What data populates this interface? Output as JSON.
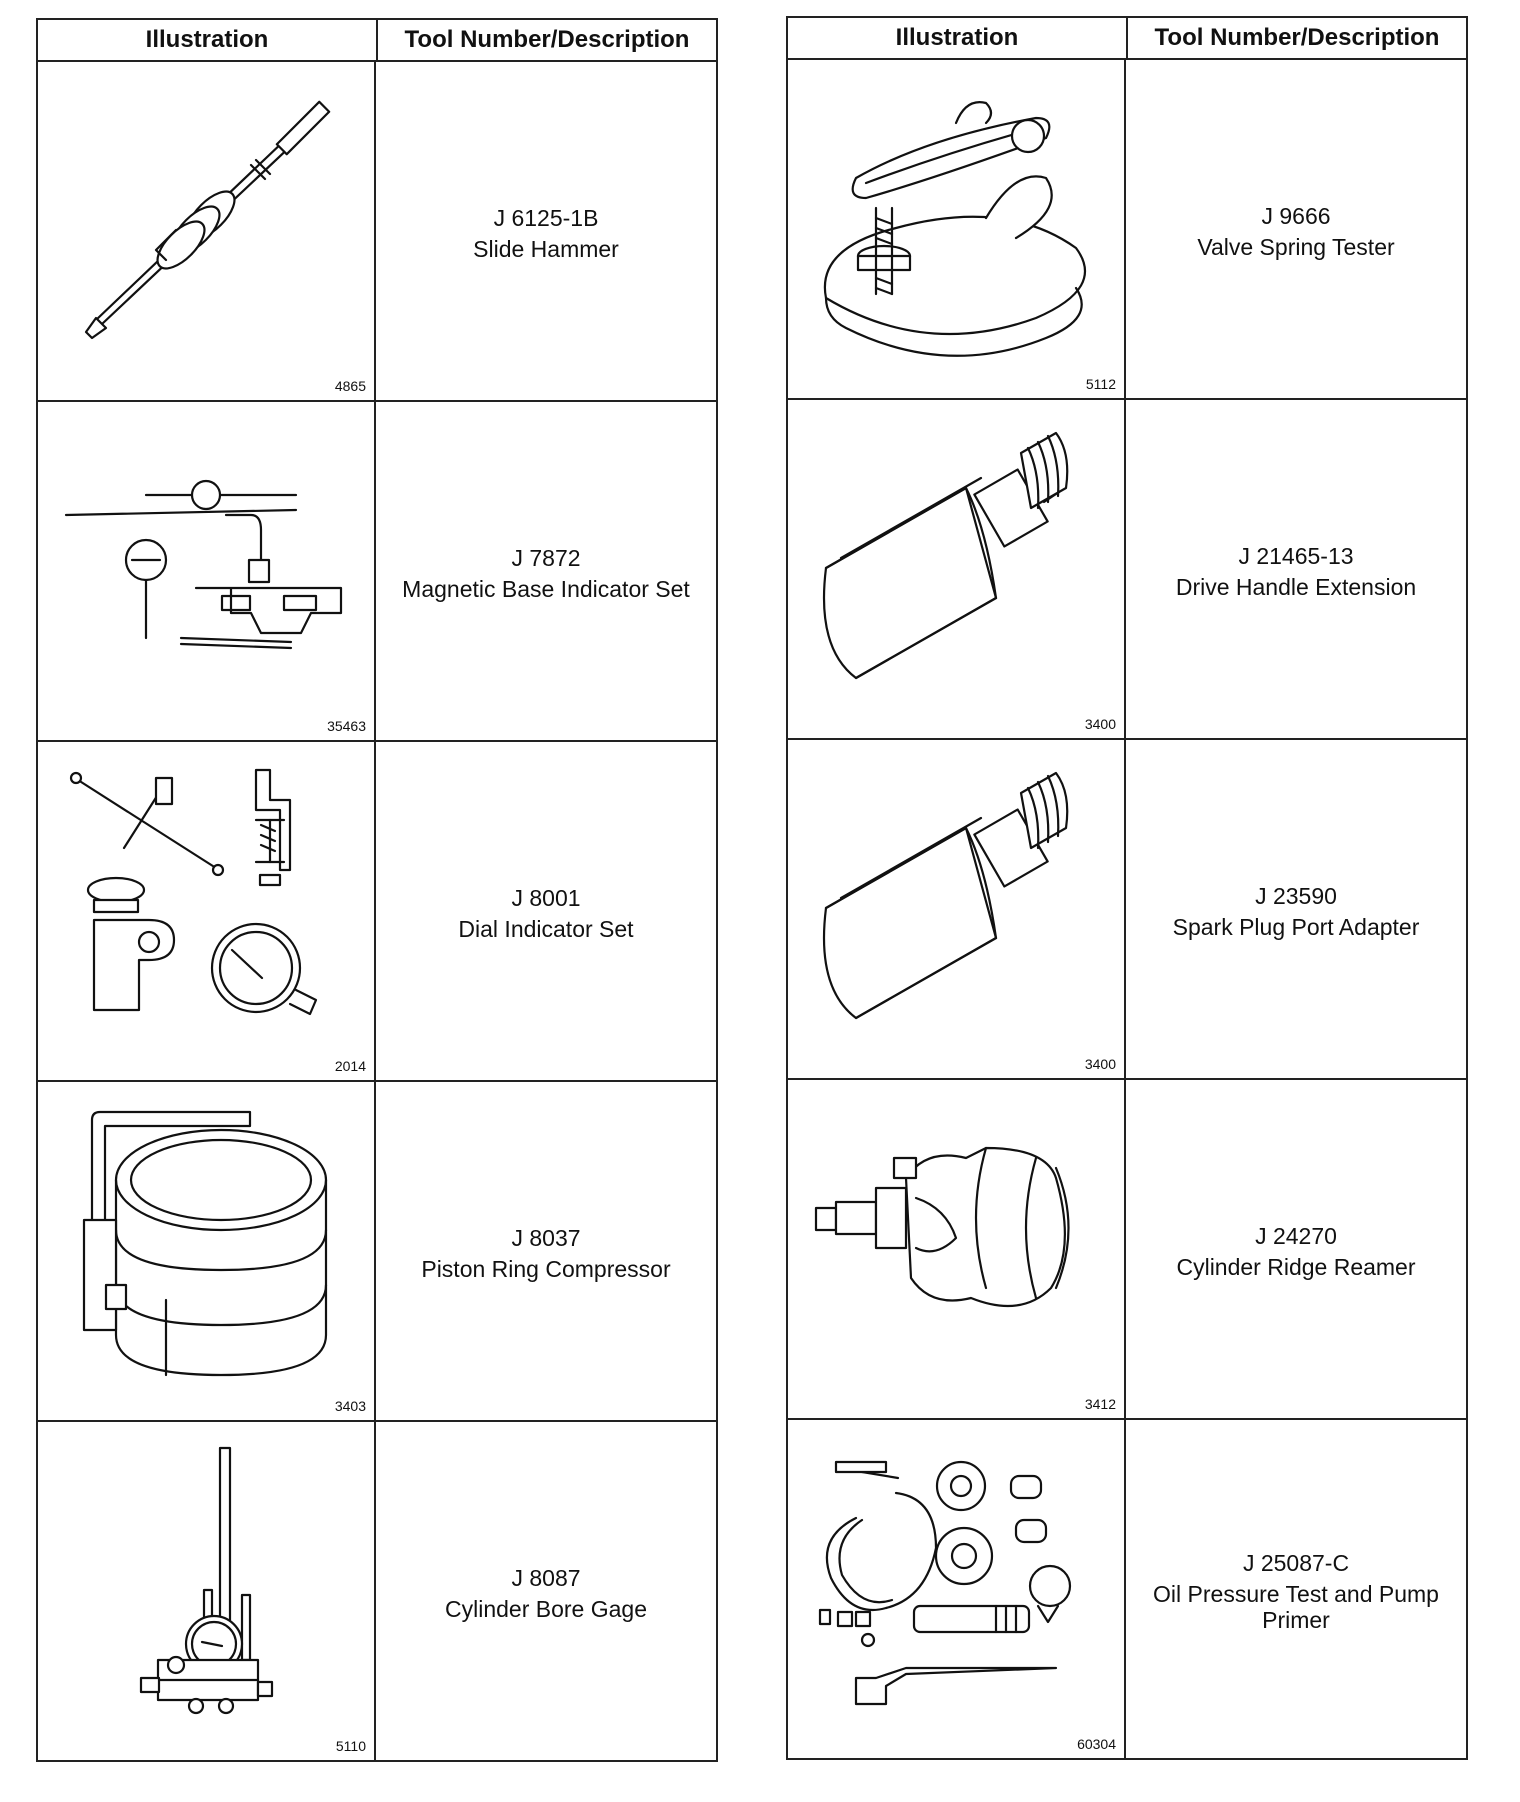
{
  "headers": {
    "illustration": "Illustration",
    "tool": "Tool Number/Description"
  },
  "left": [
    {
      "number": "J 6125-1B",
      "name": "Slide Hammer",
      "fig": "4865",
      "icon": "slide-hammer-icon"
    },
    {
      "number": "J 7872",
      "name": "Magnetic Base Indicator Set",
      "fig": "35463",
      "icon": "magnetic-base-indicator-icon"
    },
    {
      "number": "J 8001",
      "name": "Dial Indicator Set",
      "fig": "2014",
      "icon": "dial-indicator-set-icon"
    },
    {
      "number": "J 8037",
      "name": "Piston Ring Compressor",
      "fig": "3403",
      "icon": "piston-ring-compressor-icon"
    },
    {
      "number": "J 8087",
      "name": "Cylinder Bore Gage",
      "fig": "5110",
      "icon": "cylinder-bore-gage-icon"
    }
  ],
  "right": [
    {
      "number": "J 9666",
      "name": "Valve Spring Tester",
      "fig": "5112",
      "icon": "valve-spring-tester-icon"
    },
    {
      "number": "J 21465-13",
      "name": "Drive Handle Extension",
      "fig": "3400",
      "icon": "drive-handle-extension-icon"
    },
    {
      "number": "J 23590",
      "name": "Spark Plug Port Adapter",
      "fig": "3400",
      "icon": "spark-plug-port-adapter-icon"
    },
    {
      "number": "J 24270",
      "name": "Cylinder Ridge Reamer",
      "fig": "3412",
      "icon": "cylinder-ridge-reamer-icon"
    },
    {
      "number": "J 25087-C",
      "name": "Oil Pressure Test and Pump Primer",
      "fig": "60304",
      "icon": "oil-pressure-test-kit-icon"
    }
  ]
}
